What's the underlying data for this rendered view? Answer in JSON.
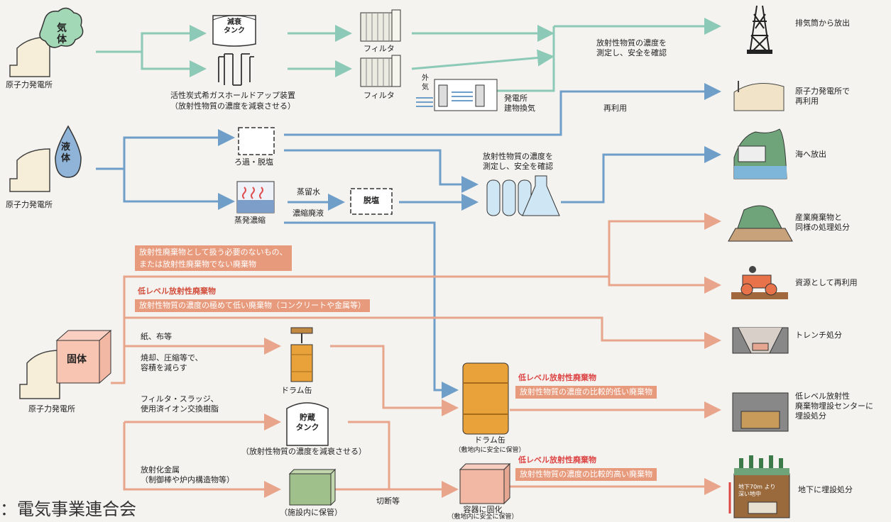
{
  "colors": {
    "gas": "#8cc9b6",
    "liquid": "#6f9ec8",
    "solid": "#e9a58b",
    "band": "#e89a7c",
    "drum": "#e9a23a",
    "tank": "#ffffff"
  },
  "gas": {
    "source_label": "気\n体",
    "plant_label": "原子力発電所",
    "decay_tank": "減衰\nタンク",
    "charcoal_label": "活性炭式希ガスホールドアップ装置",
    "charcoal_sub": "（放射性物質の濃度を減衰させる）",
    "filter1": "フィルタ",
    "filter2": "フィルタ",
    "outside_air": "外\n気",
    "building_vent": "発電所\n建物換気",
    "measure": "放射性物質の濃度を\n測定し、安全を確認",
    "dest_stack": "排気筒から放出"
  },
  "liquid": {
    "source_label": "液\n体",
    "plant_label": "原子力発電所",
    "filter_desalt": "ろ過・脱塩",
    "evaporator": "蒸発濃縮",
    "distilled": "蒸留水",
    "desalt_box": "脱塩",
    "concentrated": "濃縮廃液",
    "reuse": "再利用",
    "measure": "放射性物質の濃度を\n測定し、安全を確認",
    "dest_reuse": "原子力発電所で\n再利用",
    "dest_sea": "海へ放出"
  },
  "solid": {
    "source_label": "固体",
    "plant_label": "原子力発電所",
    "band_nonrad": "放射性廃棄物として扱う必要のないもの、\nまたは放射性廃棄物でない廃棄物",
    "vll_title": "低レベル放射性廃棄物",
    "vll_band": "放射性物質の濃度の極めて低い廃棄物（コンクリートや金属等）",
    "paper": "紙、布等",
    "incinerate": "焼却、圧縮等で、\n容積を減らす",
    "drum_small": "ドラム缶",
    "filter_sludge": "フィルタ・スラッジ、\n使用済イオン交換樹脂",
    "storage_tank": "貯蔵\nタンク",
    "storage_sub": "（放射性物質の濃度を減衰させる）",
    "metal": "放射化金属\n（制御棒や炉内構造物等）",
    "facility": "（施設内に保管）",
    "cut": "切断等",
    "drum_big": "ドラム缶",
    "drum_big_sub": "（敷地内に安全に保管）",
    "container": "容器に固化",
    "container_sub": "（敷地内に安全に保管）",
    "ll_title": "低レベル放射性廃棄物",
    "ll_band": "放射性物質の濃度の比較的低い廃棄物",
    "ml_title": "低レベル放射性廃棄物",
    "ml_band": "放射性物質の濃度の比較的高い廃棄物",
    "dest_industrial": "産業廃棄物と\n同様の処理処分",
    "dest_recycle": "資源として再利用",
    "dest_trench": "トレンチ処分",
    "dest_center": "低レベル放射性\n廃棄物埋設センターに\n埋設処分",
    "underground_tag": "地下70m より\n深い地中",
    "dest_underground": "地下に埋設処分"
  },
  "source_credit": "：電気事業連合会"
}
